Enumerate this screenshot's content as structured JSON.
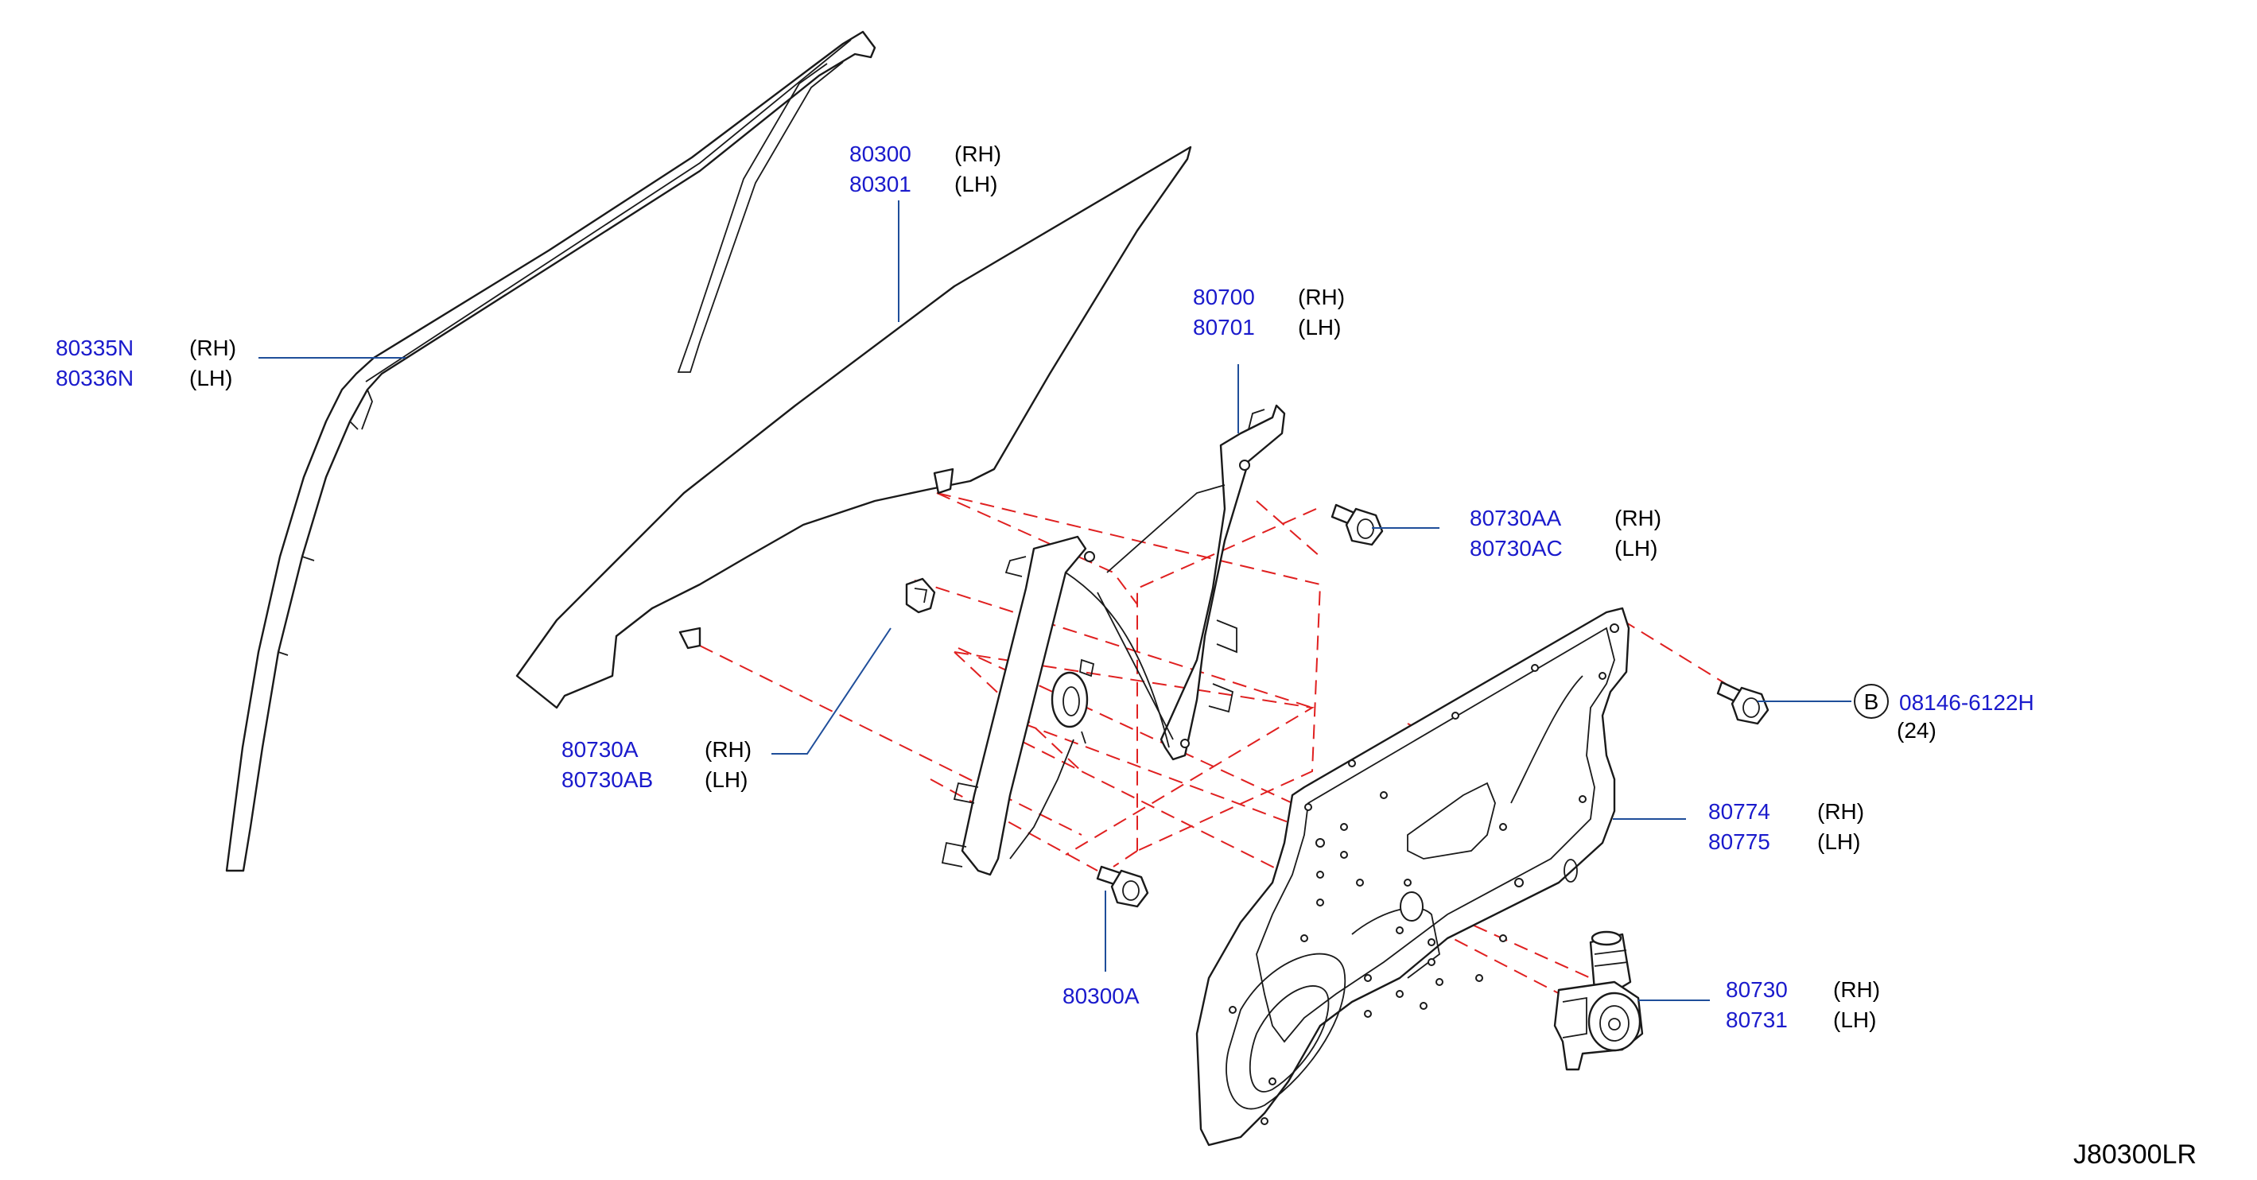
{
  "diagram_id": "J80300LR",
  "callouts": {
    "glass": {
      "rh_part": "80300",
      "rh_side": "(RH)",
      "lh_part": "80301",
      "lh_side": "(LH)"
    },
    "run_channel": {
      "rh_part": "80335N",
      "rh_side": "(RH)",
      "lh_part": "80336N",
      "lh_side": "(LH)"
    },
    "regulator": {
      "rh_part": "80700",
      "rh_side": "(RH)",
      "lh_part": "80701",
      "lh_side": "(LH)"
    },
    "bolt_upper": {
      "rh_part": "80730AA",
      "rh_side": "(RH)",
      "lh_part": "80730AC",
      "lh_side": "(LH)"
    },
    "bolt_b": {
      "marker": "B",
      "part": "08146-6122H",
      "qty": "(24)"
    },
    "clip": {
      "rh_part": "80730A",
      "rh_side": "(RH)",
      "lh_part": "80730AB",
      "lh_side": "(LH)"
    },
    "bolt_lower": {
      "part": "80300A"
    },
    "door_module": {
      "rh_part": "80774",
      "rh_side": "(RH)",
      "lh_part": "80775",
      "lh_side": "(LH)"
    },
    "motor": {
      "rh_part": "80730",
      "rh_side": "(RH)",
      "lh_part": "80731",
      "lh_side": "(LH)"
    }
  },
  "colors": {
    "part_number": "#1a1acc",
    "leader": "#1f4e9a",
    "dashed_guide": "#e02020",
    "outline": "#1a1a1a"
  }
}
